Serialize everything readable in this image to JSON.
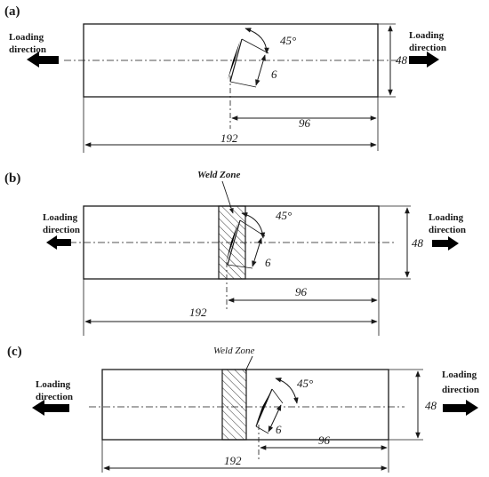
{
  "panels": [
    {
      "id": "a",
      "panel_label": "(a)",
      "loading_left": [
        "Loading",
        "direction"
      ],
      "loading_right": [
        "Loading",
        "direction"
      ],
      "angle_label": "45°",
      "crack_length": "6",
      "height": "48",
      "half_length": "96",
      "total_length": "192",
      "weld_zone": ""
    },
    {
      "id": "b",
      "panel_label": "(b)",
      "loading_left": [
        "Loading",
        "direction"
      ],
      "loading_right": [
        "Loading",
        "direction"
      ],
      "angle_label": "45°",
      "crack_length": "6",
      "height": "48",
      "half_length": "96",
      "total_length": "192",
      "weld_zone": "Weld Zone"
    },
    {
      "id": "c",
      "panel_label": "(c)",
      "loading_left": [
        "Loading",
        "direction"
      ],
      "loading_right": [
        "Loading",
        "direction"
      ],
      "angle_label": "45°",
      "crack_length": "6",
      "height": "48",
      "half_length": "96",
      "total_length": "192",
      "weld_zone": "Weld Zone"
    }
  ]
}
